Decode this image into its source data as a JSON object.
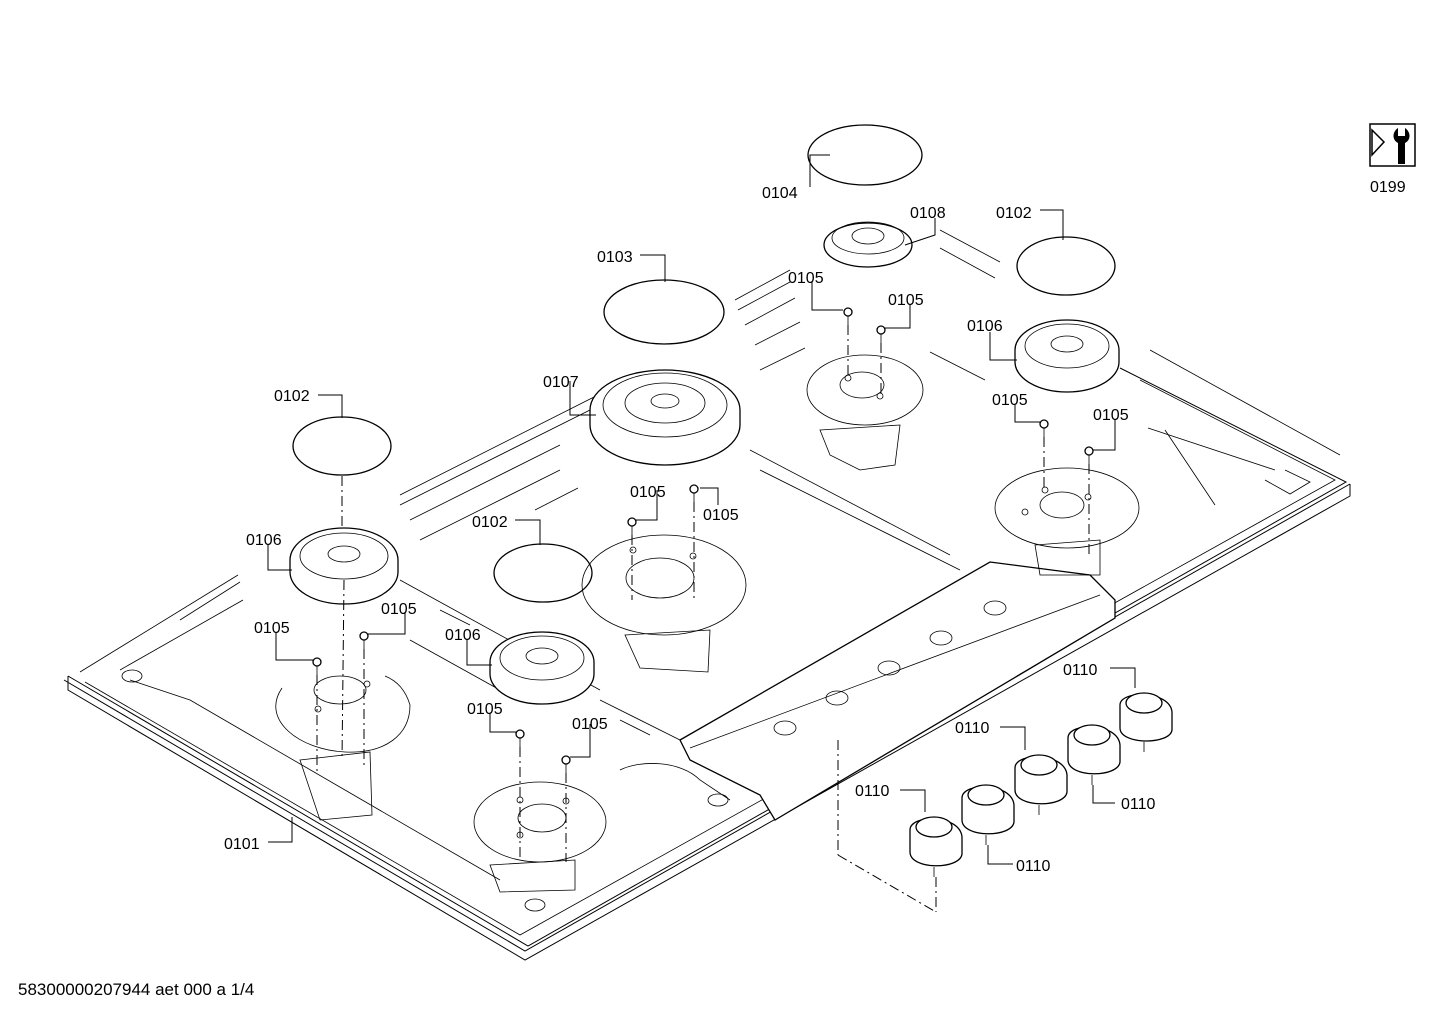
{
  "footer": {
    "doc_ref": "58300000207944 aet 000 a 1/4"
  },
  "service_icon": {
    "icon": "service-wrench-icon",
    "label": "0199"
  },
  "callouts": {
    "c0104": "0104",
    "c0108": "0108",
    "c0102_right": "0102",
    "c0103": "0103",
    "c0105_mid_a": "0105",
    "c0105_mid_b": "0105",
    "c0106_right": "0106",
    "c0107": "0107",
    "c0105_right_a": "0105",
    "c0105_right_b": "0105",
    "c0102_left": "0102",
    "c0105_ctr_a": "0105",
    "c0105_ctr_b": "0105",
    "c0102_center": "0102",
    "c0106_left": "0106",
    "c0105_left_a": "0105",
    "c0105_left_b": "0105",
    "c0106_center": "0106",
    "c0105_low_a": "0105",
    "c0105_low_b": "0105",
    "c0101": "0101",
    "c0110_a": "0110",
    "c0110_b": "0110",
    "c0110_c": "0110",
    "c0110_d": "0110",
    "c0110_e": "0110"
  }
}
